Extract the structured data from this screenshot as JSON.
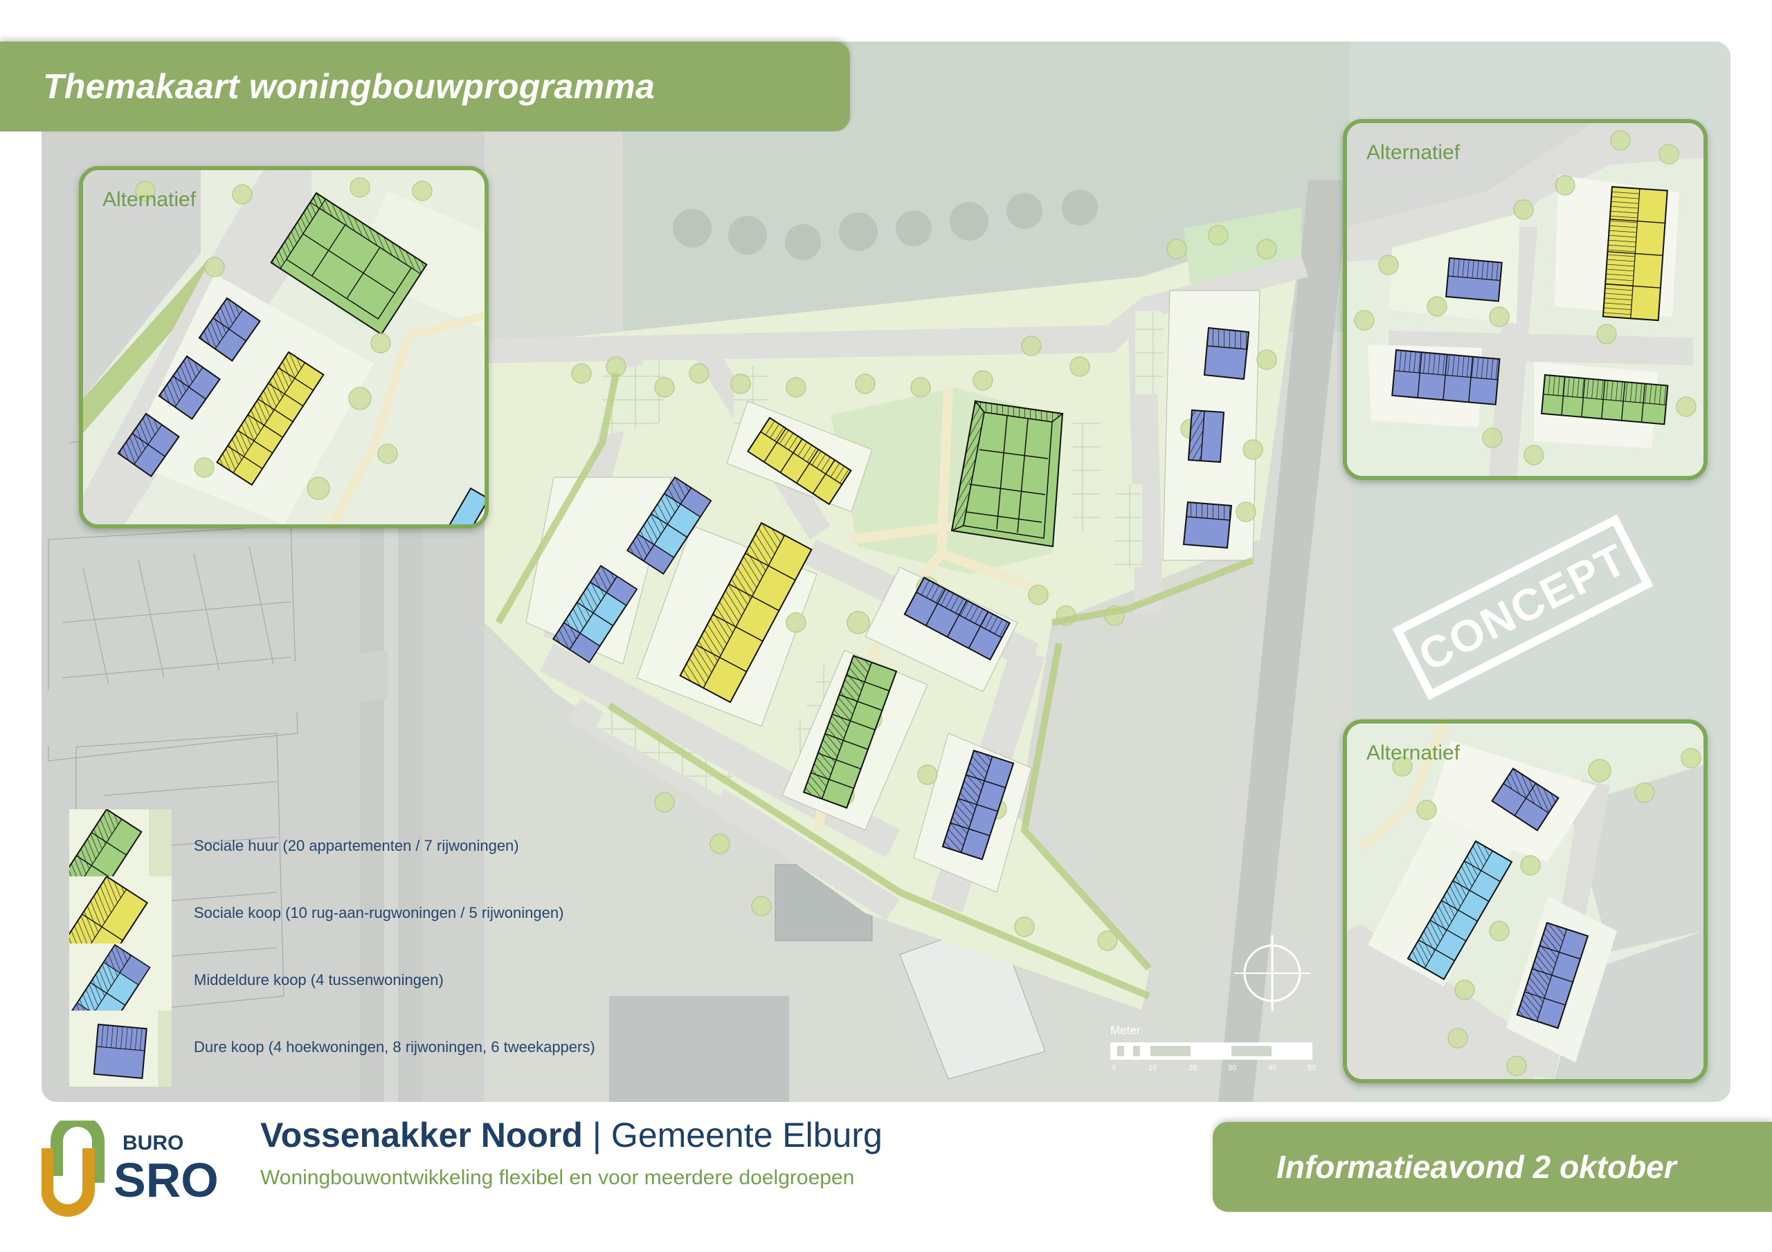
{
  "header": {
    "title": "Themakaart woningbouwprogramma"
  },
  "colors": {
    "banner_green": "#8fad66",
    "inset_border": "#7fa955",
    "sociale_huur": "#9fcf7f",
    "sociale_koop": "#e6e15f",
    "middeldure_koop": "#8fd0ef",
    "dure_koop": "#8597d6",
    "navy": "#1e4066",
    "subtitle_green": "#74a04c",
    "logo_orange": "#d69b1e",
    "logo_green": "#7fa955"
  },
  "legend": {
    "items": [
      {
        "key": "sociale_huur",
        "label": "Sociale huur (20 appartementen / 7 rijwoningen)",
        "color": "#9fcf7f"
      },
      {
        "key": "sociale_koop",
        "label": "Sociale koop (10 rug-aan-rugwoningen / 5 rijwoningen)",
        "color": "#e6e15f"
      },
      {
        "key": "middeldure_koop",
        "label": "Middeldure koop (4 tussenwoningen)",
        "color": "#8fd0ef"
      },
      {
        "key": "dure_koop",
        "label": "Dure koop (4 hoekwoningen, 8 rijwoningen, 6 tweekappers)",
        "color": "#8597d6"
      }
    ]
  },
  "insets": [
    {
      "id": "top-left",
      "label": "Alternatief"
    },
    {
      "id": "top-right",
      "label": "Alternatief"
    },
    {
      "id": "bottom-right",
      "label": "Alternatief"
    }
  ],
  "watermark": "CONCEPT",
  "scalebar": {
    "unit_label": "Meter",
    "ticks": [
      "0",
      "10",
      "20",
      "30",
      "40",
      "50"
    ]
  },
  "footer": {
    "logo_top": "BURO",
    "logo_bottom": "SRO",
    "project_name": "Vossenakker Noord",
    "separator": "|",
    "municipality": "Gemeente Elburg",
    "subtitle": "Woningbouwontwikkeling flexibel en voor meerdere doelgroepen",
    "event": "Informatieavond 2 oktober"
  }
}
